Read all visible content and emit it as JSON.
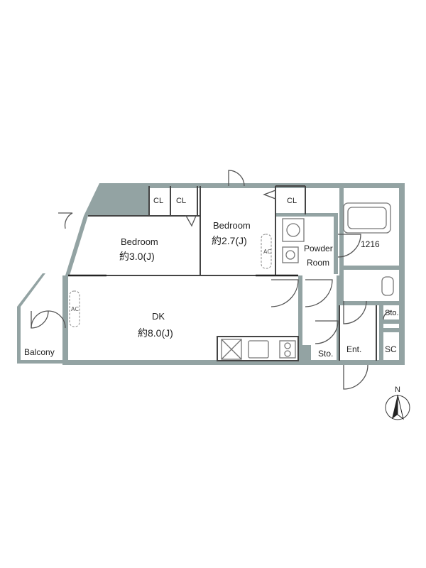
{
  "rooms": {
    "bedroom1": {
      "name": "Bedroom",
      "size": "約3.0(J)"
    },
    "bedroom2": {
      "name": "Bedroom",
      "size": "約2.7(J)"
    },
    "dk": {
      "name": "DK",
      "size": "約8.0(J)"
    },
    "powder": {
      "name_line1": "Powder",
      "name_line2": "Room"
    },
    "bath": {
      "label": "1216"
    },
    "balcony": {
      "label": "Balcony"
    },
    "entrance": {
      "label": "Ent."
    },
    "storage1": {
      "label": "Sto."
    },
    "storage2": {
      "label": "Sto."
    },
    "shoe_closet": {
      "label": "SC"
    },
    "closets": [
      "CL",
      "CL",
      "CL"
    ],
    "ac_units": [
      "AC",
      "AC"
    ]
  },
  "compass": {
    "label": "N"
  },
  "colors": {
    "wall": "#93a3a3",
    "line": "#444444",
    "fixture": "#777777"
  },
  "icons": [
    "compass-icon",
    "door-swing-icon",
    "toilet-icon",
    "sink-icon",
    "stove-icon",
    "bathtub-icon"
  ]
}
